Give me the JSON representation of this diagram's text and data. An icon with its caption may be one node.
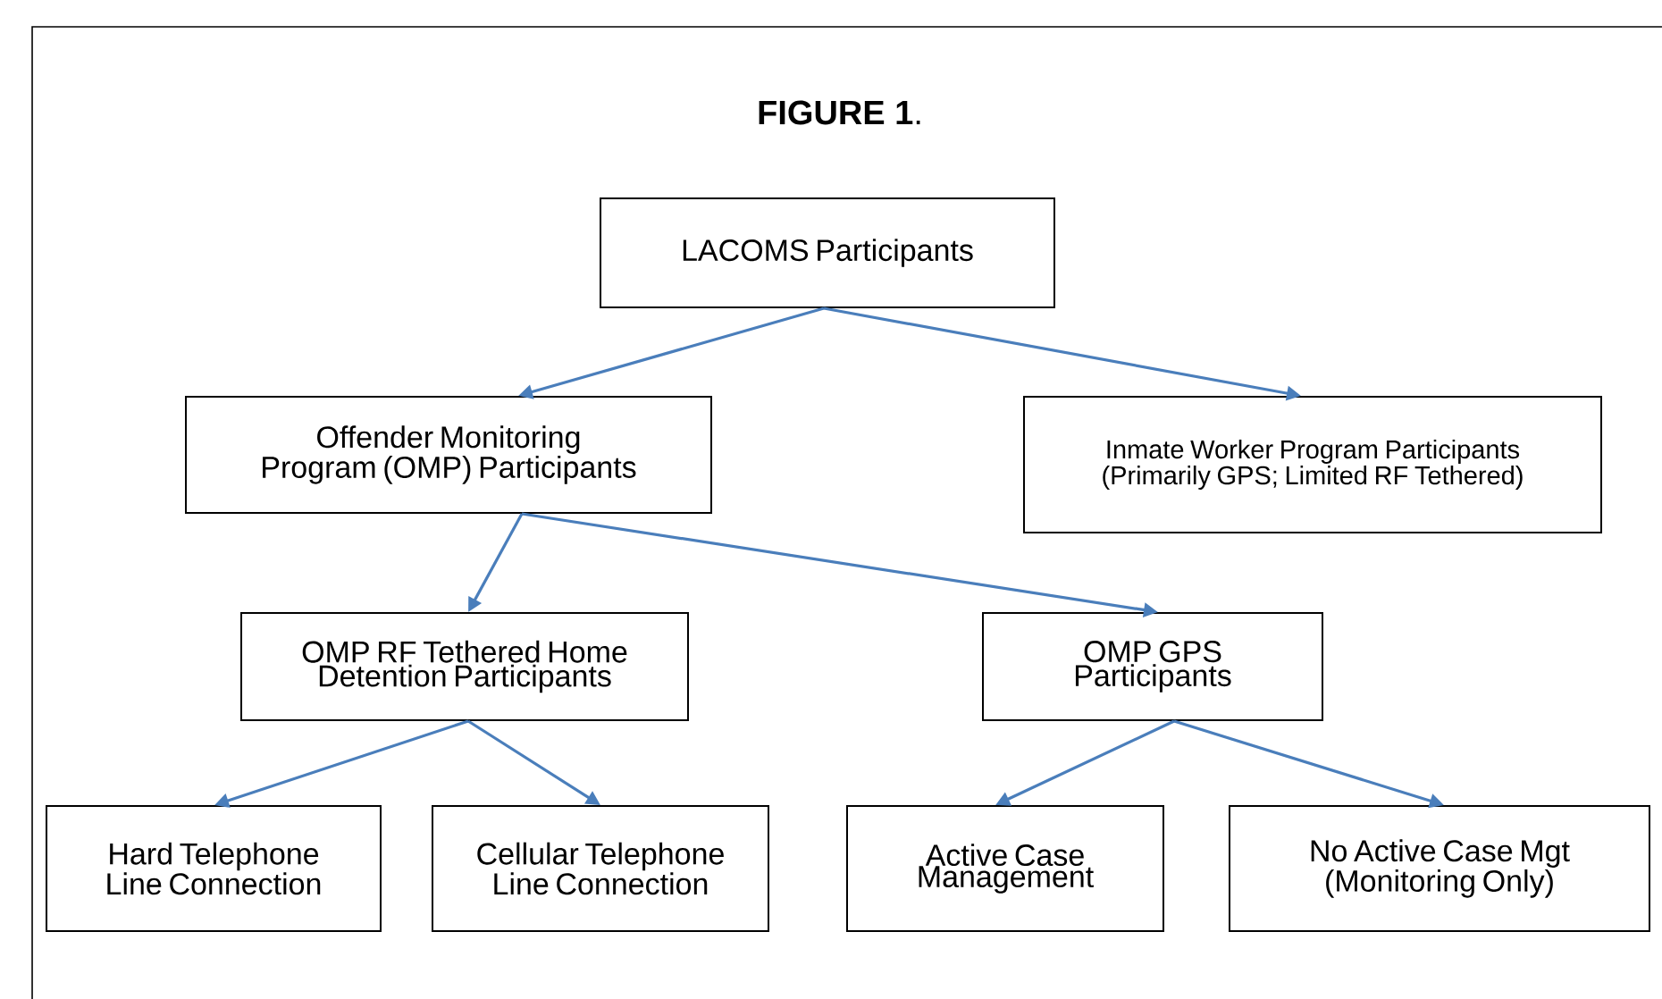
{
  "diagram": {
    "title": "**FIGURE 1**.",
    "nodes": [
      {
        "text": [
          "LACOMS Participants"
        ]
      },
      {
        "text": [
          "Offender Monitoring Program (OMP) Participants"
        ]
      },
      {
        "text": [
          "Inmate Worker Program Participants (Primarily GPS; Limited RF Tethered)"
        ]
      },
      {
        "text": [
          "OMP RF Tethered Home Detention Participants"
        ]
      },
      {
        "text": [
          "OMP GPS Participants"
        ]
      },
      {
        "text": [
          "Hard Telephone Line Connection"
        ]
      },
      {
        "text": [
          "Cellular Telephone Line Connection"
        ]
      },
      {
        "text": [
          "Active Case Management"
        ]
      },
      {
        "text": [
          "No Active Case Mgt (Monitoring Only)"
        ]
      }
    ],
    "edges": [
      {
        "from": 0,
        "to": 1,
        "arrow": "to"
      },
      {
        "from": 0,
        "to": 2,
        "arrow": "to"
      },
      {
        "from": 1,
        "to": 3,
        "arrow": "to"
      },
      {
        "from": 1,
        "to": 4,
        "arrow": "to"
      },
      {
        "from": 3,
        "to": 5,
        "arrow": "to"
      },
      {
        "from": 3,
        "to": 6,
        "arrow": "to"
      },
      {
        "from": 4,
        "to": 7,
        "arrow": "to"
      },
      {
        "from": 4,
        "to": 8,
        "arrow": "to"
      }
    ]
  }
}
